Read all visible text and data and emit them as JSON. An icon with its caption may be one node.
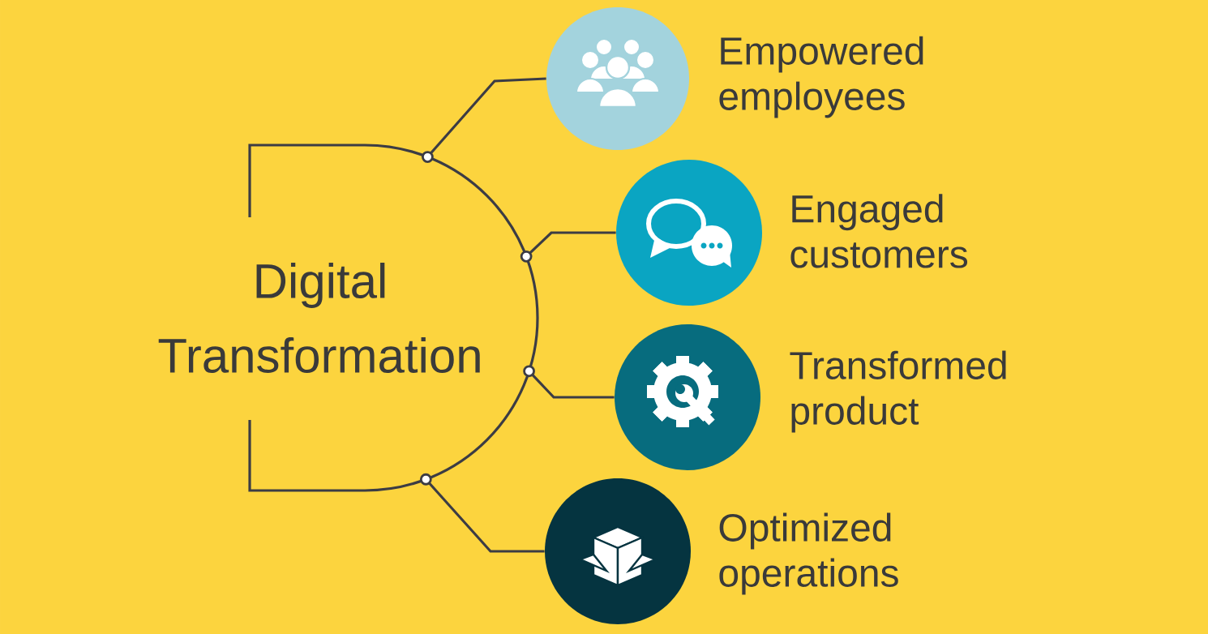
{
  "diagram": {
    "nodes": [
      {
        "text": [
          "Digital Transformation"
        ]
      },
      {
        "text": [
          "Empowered employees"
        ]
      },
      {
        "text": [
          "Engaged customers"
        ]
      },
      {
        "text": [
          "Transformed product"
        ]
      },
      {
        "text": [
          "Optimized operations"
        ]
      }
    ],
    "edges": [
      {
        "from": 0,
        "to": 1,
        "arrow": "none"
      },
      {
        "from": 0,
        "to": 2,
        "arrow": "none"
      },
      {
        "from": 0,
        "to": 3,
        "arrow": "none"
      },
      {
        "from": 0,
        "to": 4,
        "arrow": "none"
      }
    ]
  }
}
